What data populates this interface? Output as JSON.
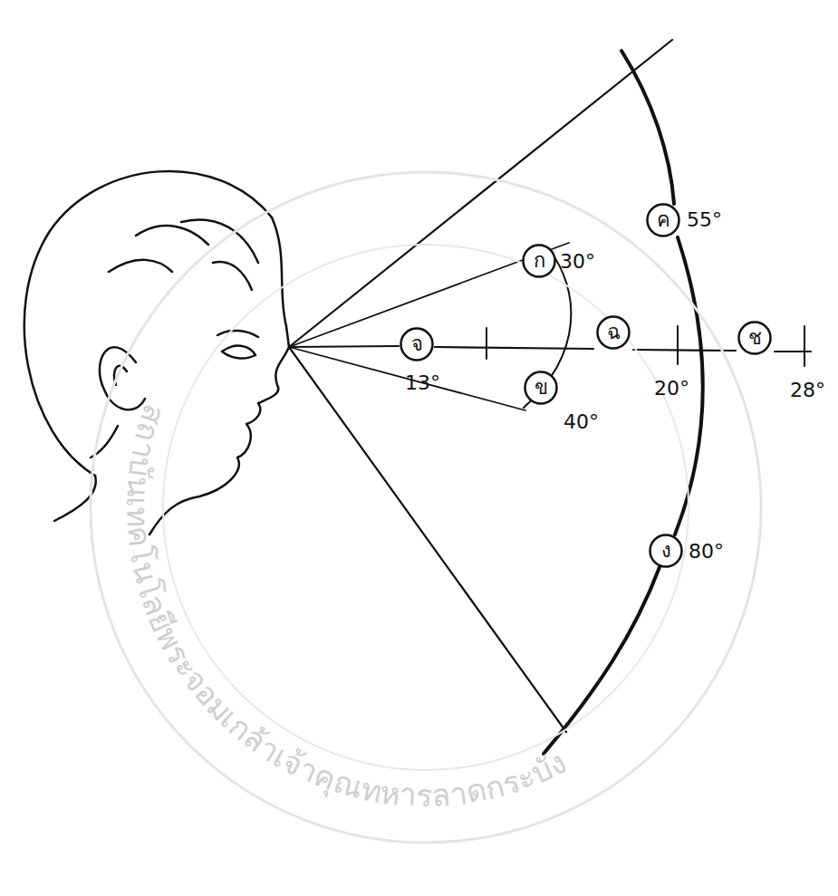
{
  "diagram": {
    "nodes": [
      {
        "text": [
          "ค"
        ]
      },
      {
        "text": [
          "ก"
        ]
      },
      {
        "text": [
          "จ"
        ]
      },
      {
        "text": [
          "ฉ"
        ]
      },
      {
        "text": [
          "ช"
        ]
      },
      {
        "text": [
          "ข"
        ]
      },
      {
        "text": [
          "ง"
        ]
      }
    ],
    "labels": [
      "55°",
      "30°",
      "13°",
      "20°",
      "28°",
      "40°",
      "80°",
      "สถาบันเทคโนโลยีพระจอมเกล้าเจ้าคุณทหารลาดกระบัง"
    ]
  }
}
